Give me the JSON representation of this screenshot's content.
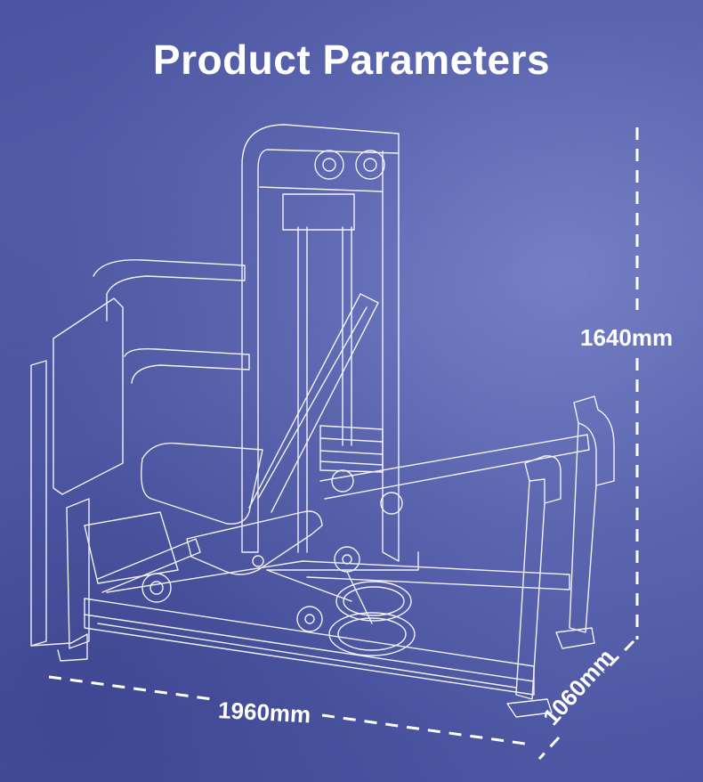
{
  "title": "Product Parameters",
  "dimensions": {
    "height": "1640mm",
    "width": "1960mm",
    "depth": "1060mm"
  },
  "colors": {
    "background": "#4f5aa6",
    "line": "#ffffff"
  }
}
